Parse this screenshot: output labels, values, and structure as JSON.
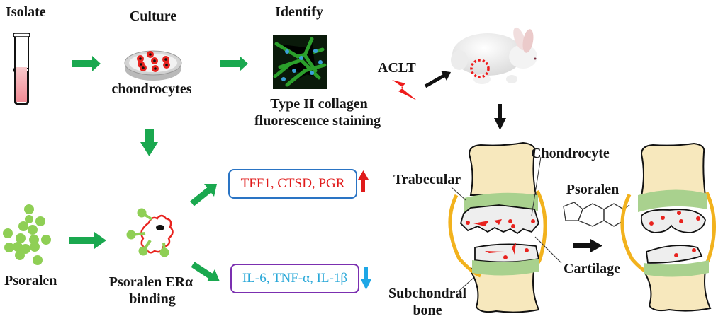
{
  "workflow": {
    "isolate": "Isolate",
    "culture": "Culture",
    "identify": "Identify",
    "chondrocytes": "chondrocytes",
    "staining_line1": "Type II collagen",
    "staining_line2": "fluorescence staining",
    "aclt": "ACLT"
  },
  "mechanism": {
    "psoralen": "Psoralen",
    "binding_line1": "Psoralen ERα",
    "binding_line2": "binding",
    "upregulated_genes": "TFF1, CTSD, PGR",
    "downregulated_cytokines": "IL-6, TNF-α, IL-1β",
    "up_indicator": "up-arrow",
    "down_indicator": "down-arrow"
  },
  "joint": {
    "chondrocyte": "Chondrocyte",
    "trabecular": "Trabecular",
    "cartilage": "Cartilage",
    "subchondral_line1": "Subchondral",
    "subchondral_line2": "bone",
    "treatment": "Psoralen"
  },
  "colors": {
    "flow_arrow": "#1aa84f",
    "black_arrow": "#111111",
    "up_box_border": "#2a74c4",
    "up_text": "#e01b1b",
    "down_box_border": "#7b2fb0",
    "down_text": "#2aa8d8",
    "up_arrow": "#e01b1b",
    "down_arrow": "#1ea7e6",
    "bone": "#f7e8bd",
    "cartilage_green": "#a9d18e",
    "synovium": "#f2b21d",
    "cell_red": "#e8231f",
    "psoralen_dot": "#8fcf55"
  }
}
